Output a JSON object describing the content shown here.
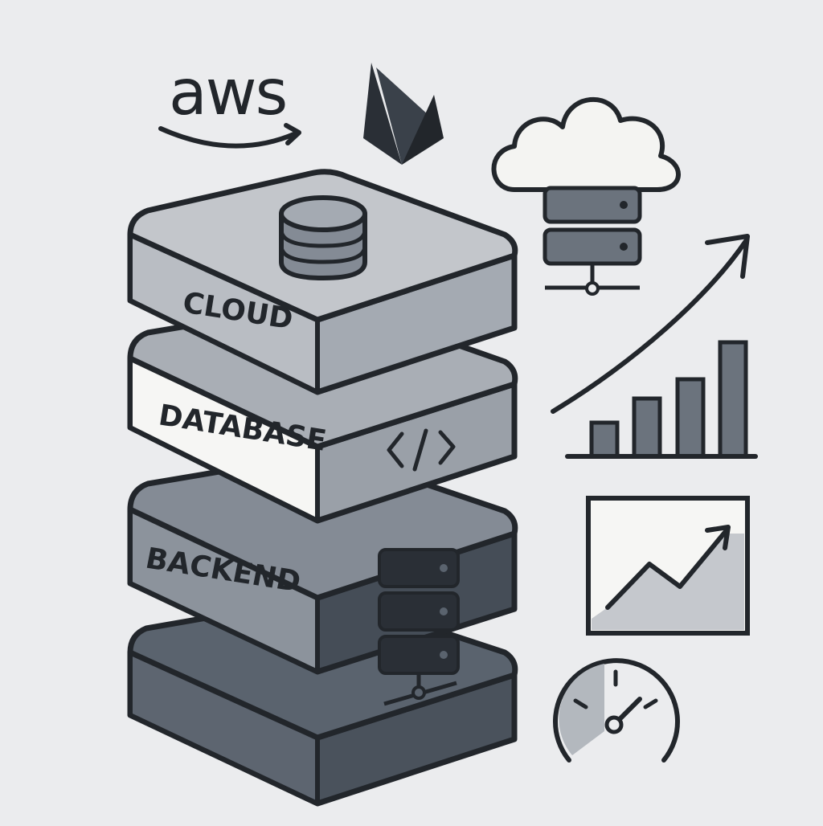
{
  "brand": {
    "aws_text": "aws"
  },
  "layers": [
    {
      "label": "CLOUD"
    },
    {
      "label": "DATABASE"
    },
    {
      "label": "BACKEND"
    }
  ],
  "icons": [
    "aws-logo",
    "firebase-icon",
    "cloud-server-icon",
    "trend-arrow-icon",
    "bar-chart-icon",
    "line-chart-icon",
    "speedometer-icon",
    "database-cylinder-icon",
    "code-brackets-icon",
    "server-rack-icon"
  ],
  "colors": {
    "background": "#ebecee",
    "ink": "#22262b",
    "slate_light": "#b9bdc3",
    "slate_mid": "#8c939c",
    "slate_dark": "#5a636e",
    "slate_darker": "#454d57",
    "white_panel": "#f6f6f4"
  }
}
